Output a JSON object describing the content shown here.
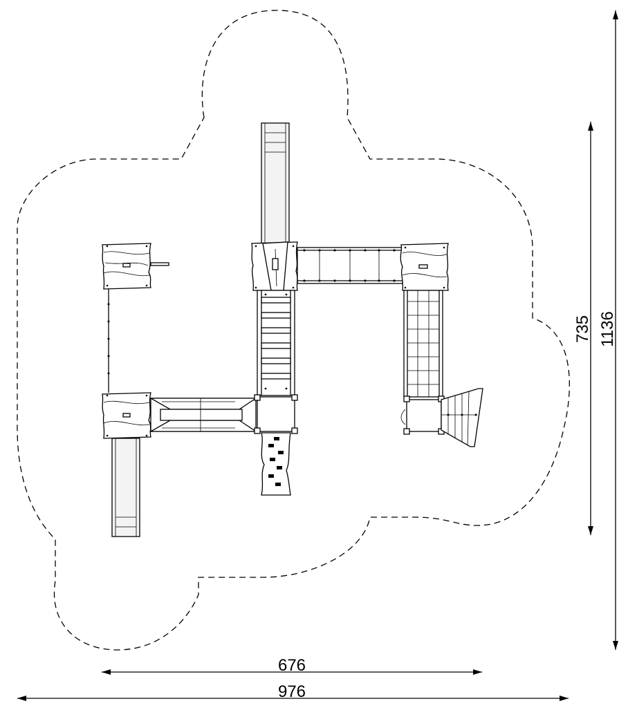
{
  "dimensions": {
    "width_total": "976",
    "width_equipment": "676",
    "height_equipment": "735",
    "height_total": "1136"
  }
}
